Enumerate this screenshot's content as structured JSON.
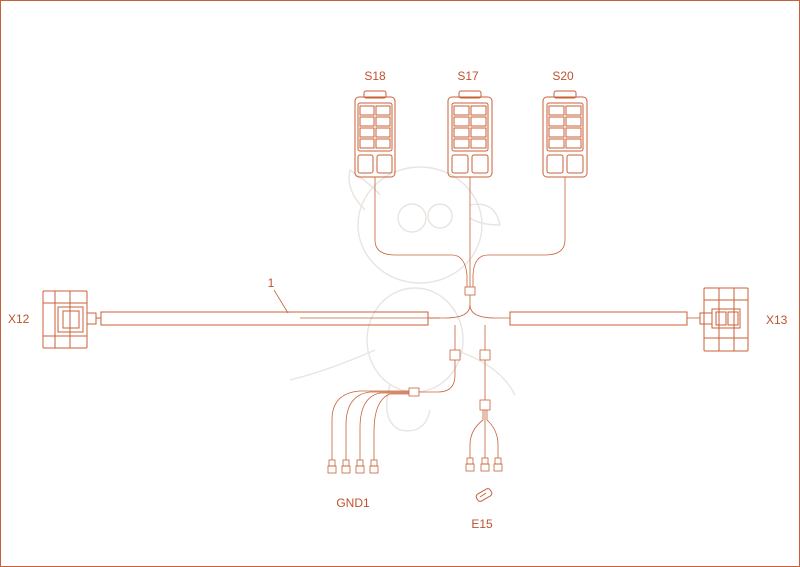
{
  "diagram": {
    "labels": {
      "s18": "S18",
      "s17": "S17",
      "s20": "S20",
      "x12": "X12",
      "x13": "X13",
      "gnd1": "GND1",
      "e15": "E15",
      "callout_1": "1"
    },
    "colors": {
      "line": "#c8613a",
      "text": "#c0522e",
      "border": "#c8613a"
    },
    "icons": [
      "switch-connector-icon",
      "harness-connector-icon",
      "ring-terminal-icon",
      "bulb-icon"
    ]
  }
}
